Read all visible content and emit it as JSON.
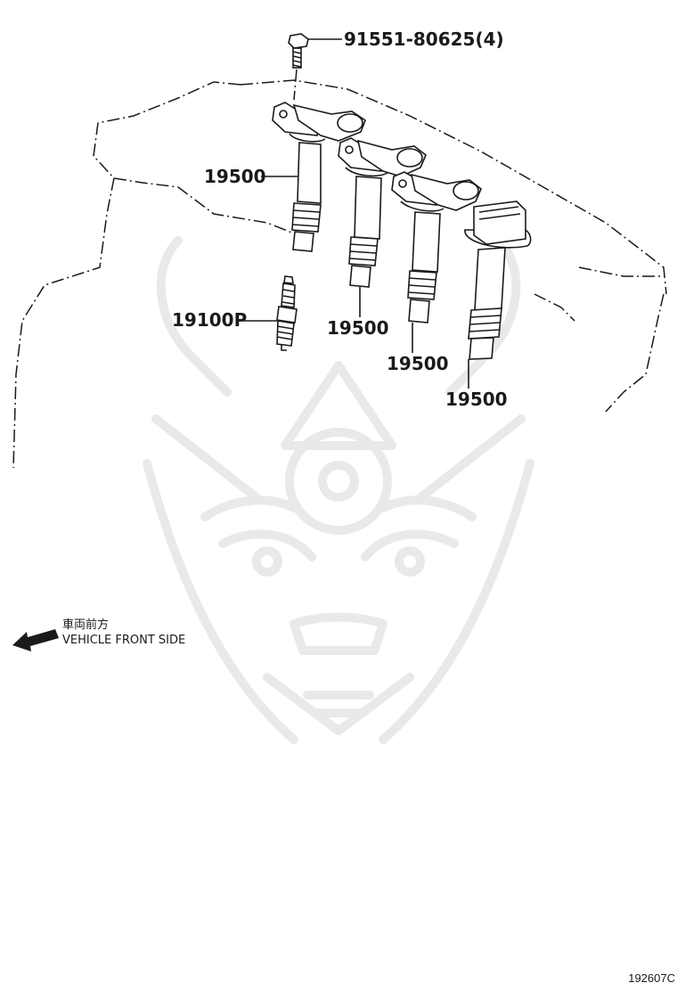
{
  "parts": {
    "bolt": "91551-80625(4)",
    "coil_1": "19500",
    "coil_2": "19500",
    "coil_3": "19500",
    "coil_4": "19500",
    "spark_plug": "19100P"
  },
  "direction": {
    "label_jp": "車両前方",
    "label_en": "VEHICLE FRONT SIDE"
  },
  "figure_code": "192607C"
}
